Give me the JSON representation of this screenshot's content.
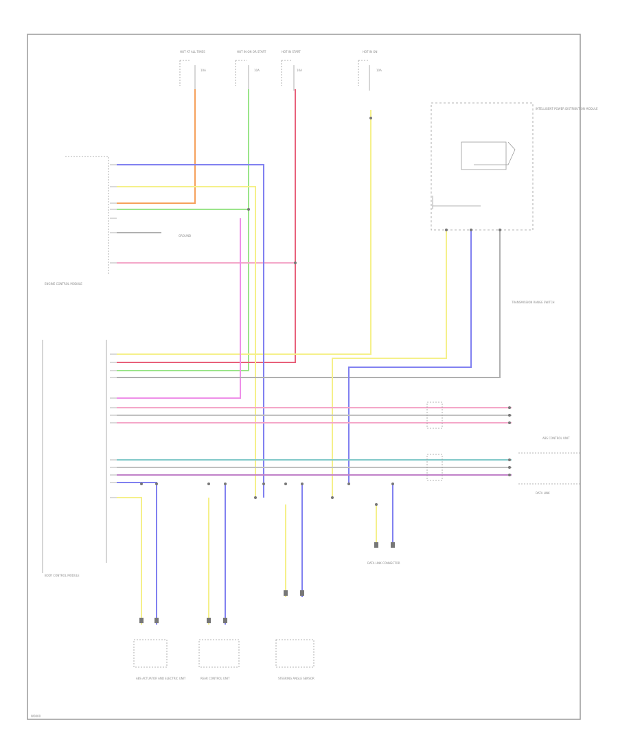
{
  "diagram": {
    "fuse_labels": [
      "HOT AT ALL TIMES",
      "HOT IN ON OR START",
      "HOT IN START",
      "HOT IN ON"
    ],
    "fuse_ratings": [
      "10A",
      "10A",
      "10A",
      "10A"
    ],
    "control_module_label": "ENGINE CONTROL MODULE",
    "body_unit_label": "BODY CONTROL MODULE",
    "relay_label": "INTELLIGENT POWER DISTRIBUTION MODULE",
    "ground_label": "GROUND",
    "data_link_label": "DATA LINK",
    "transmission_label": "TRANSMISSION RANGE SWITCH",
    "connector_right_label": "ABS CONTROL UNIT",
    "bottom_module_labels": [
      "ABS ACTUATOR AND ELECTRIC UNIT",
      "REAR CONTROL UNIT",
      "STEERING ANGLE SENSOR"
    ],
    "lower_right_connector_label": "DATA LINK CONNECTOR",
    "footer_code": "W0000"
  }
}
